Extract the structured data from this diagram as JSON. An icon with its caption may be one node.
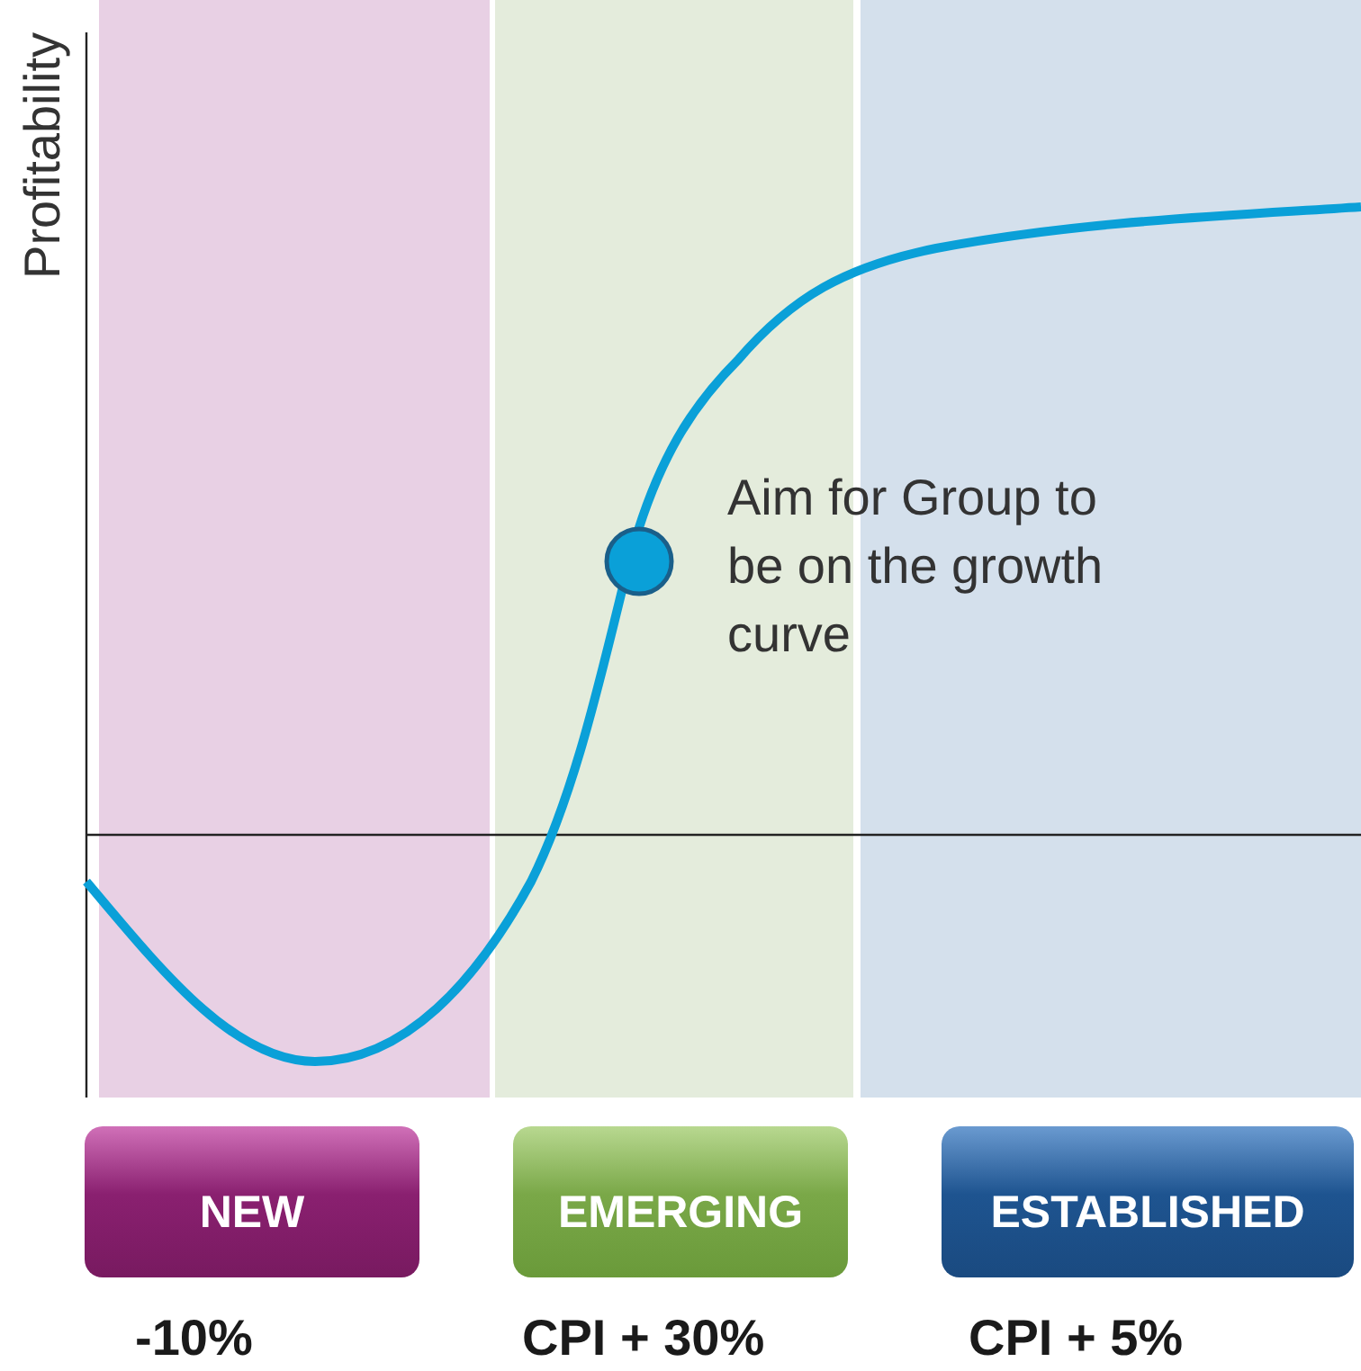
{
  "diagram": {
    "nodes": [
      {
        "text": [
          "NEW"
        ],
        "beside": [
          "-10%"
        ]
      },
      {
        "text": [
          "EMERGING"
        ],
        "beside": [
          "CPI + 30%"
        ]
      },
      {
        "text": [
          "ESTABLISHED"
        ],
        "beside": [
          "CPI + 5%"
        ]
      }
    ],
    "labels": [
      "Profitability",
      "Aim for Group to be on the growth curve"
    ]
  }
}
